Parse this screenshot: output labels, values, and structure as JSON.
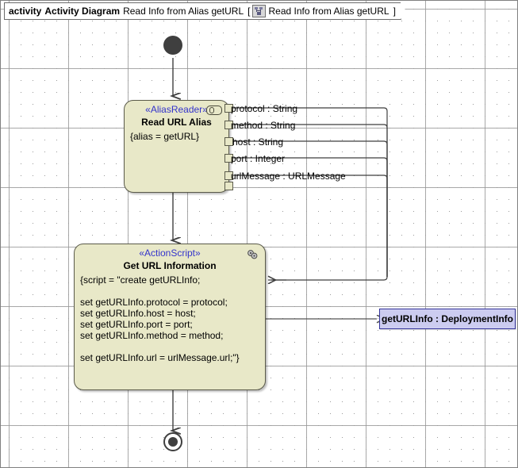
{
  "frame": {
    "kind_label": "activity",
    "diagram_type": "Activity Diagram",
    "diagram_name": "Read Info from Alias getURL",
    "bracket_open": "[",
    "bracket_close": "]",
    "icon": "activity-diagram-icon",
    "context_name": "Read Info from Alias getURL"
  },
  "nodes": {
    "initial": {
      "name": "initial-node"
    },
    "final": {
      "name": "activity-final-node"
    },
    "read_alias": {
      "stereotype": "«AliasReader»",
      "title": "Read URL Alias",
      "body": "{alias = getURL}",
      "icon": "pin-oval-icon",
      "pins": [
        {
          "label": "protocol : String"
        },
        {
          "label": "method : String"
        },
        {
          "label": "host : String"
        },
        {
          "label": "port : Integer"
        },
        {
          "label": "urlMessage : URLMessage"
        }
      ]
    },
    "get_url_info": {
      "stereotype": "«ActionScript»",
      "title": "Get URL Information",
      "body": "{script = \"create getURLInfo;\n\nset getURLInfo.protocol = protocol;\nset getURLInfo.host = host;\nset getURLInfo.port = port;\nset getURLInfo.method = method;\n\nset getURLInfo.url = urlMessage.url;\"}",
      "icon": "script-gears-icon"
    },
    "object_node": {
      "label": "getURLInfo : DeploymentInfo"
    }
  },
  "colors": {
    "action_fill": "#e8e8c8",
    "action_border": "#5a5a4a",
    "stereotype_text": "#3333cc",
    "object_fill": "#ccccf0",
    "object_border": "#333399",
    "node_dark": "#3f3f3f",
    "canvas_bg": "#ffffff",
    "grid_dot": "#9a9a9a"
  }
}
